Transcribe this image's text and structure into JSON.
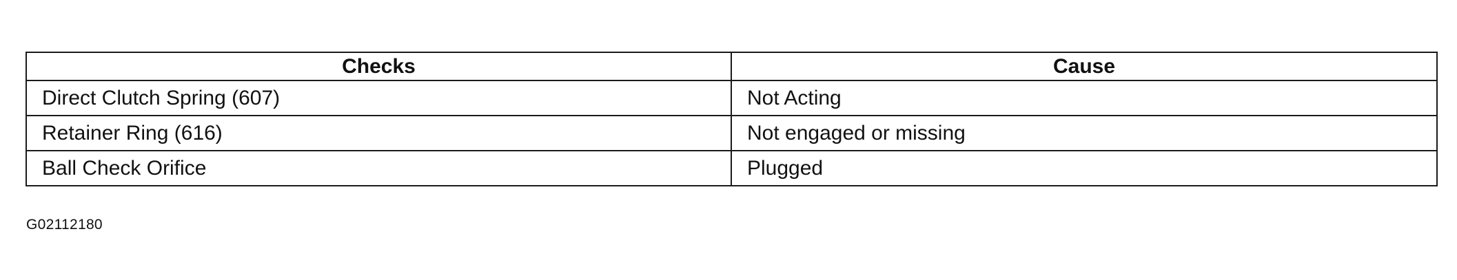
{
  "table": {
    "headers": [
      "Checks",
      "Cause"
    ],
    "rows": [
      [
        "Direct Clutch Spring (607)",
        "Not Acting"
      ],
      [
        "Retainer Ring (616)",
        "Not engaged or missing"
      ],
      [
        "Ball Check Orifice",
        "Plugged"
      ]
    ]
  },
  "figure_id": "G02112180"
}
